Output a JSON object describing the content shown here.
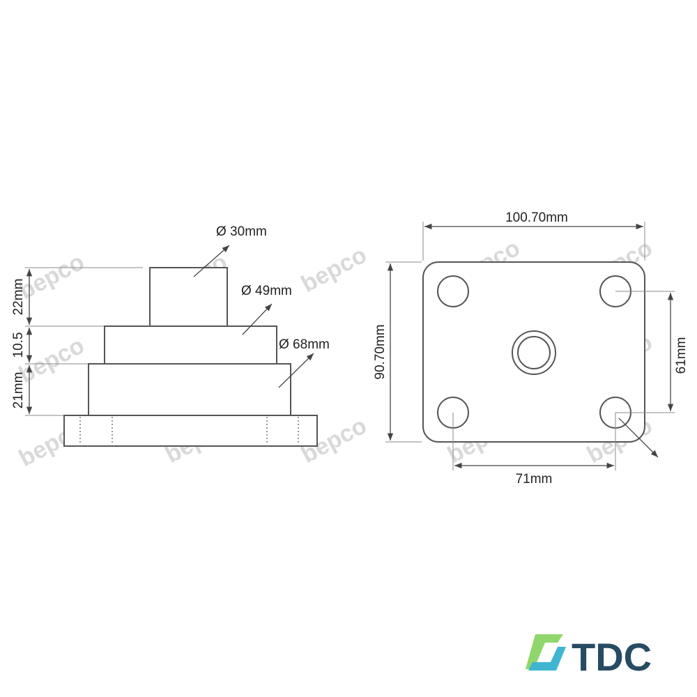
{
  "side_view": {
    "dia_top": "Ø 30mm",
    "dia_mid": "Ø 49mm",
    "dia_bottom": "Ø 68mm",
    "height_top": "22mm",
    "height_mid": "10.5",
    "height_bottom": "21mm"
  },
  "top_view": {
    "width": "100.70mm",
    "height": "90.70mm",
    "hole_spacing_y": "61mm",
    "hole_spacing_x": "71mm"
  },
  "watermark": "bepco",
  "logo": {
    "text": "TDC",
    "color_dark": "#274b63",
    "color_accent_1": "#8fd66b",
    "color_accent_2": "#3fb5d2"
  }
}
